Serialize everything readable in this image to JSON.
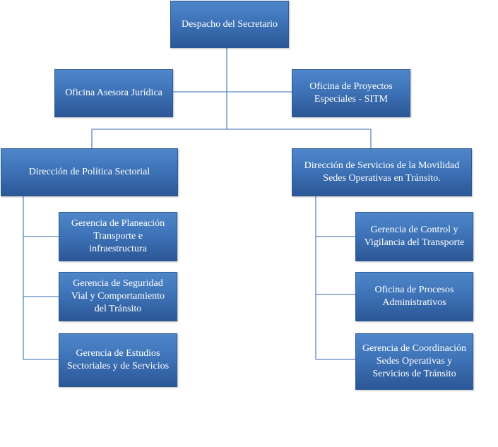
{
  "org_chart": {
    "despacho": "Despacho del Secretario",
    "oficina_juridica": "Oficina Asesora Jurídica",
    "oficina_proyectos": "Oficina de Proyectos Especiales - SITM",
    "direccion_politica": "Dirección de Política Sectorial",
    "direccion_servicios": "Dirección de Servicios de la Movilidad Sedes Operativas en Tránsito.",
    "gerencia_planeacion": "Gerencia de Planeación Transporte e infraestructura",
    "gerencia_seguridad": "Gerencia de Seguridad Vial y Comportamiento del Tránsito",
    "gerencia_estudios": "Gerencia de Estudios Sectoriales y de Servicios",
    "gerencia_control": "Gerencia de Control y Vigilancia del Transporte",
    "oficina_procesos": "Oficina de Procesos Administrativos",
    "gerencia_coordinacion": "Gerencia de Coordinación Sedes Operativas y Servicios de Tránsito"
  },
  "colors": {
    "box_fill": "#3e73b8",
    "box_text": "#ffffff",
    "connector": "#5b87c5"
  }
}
